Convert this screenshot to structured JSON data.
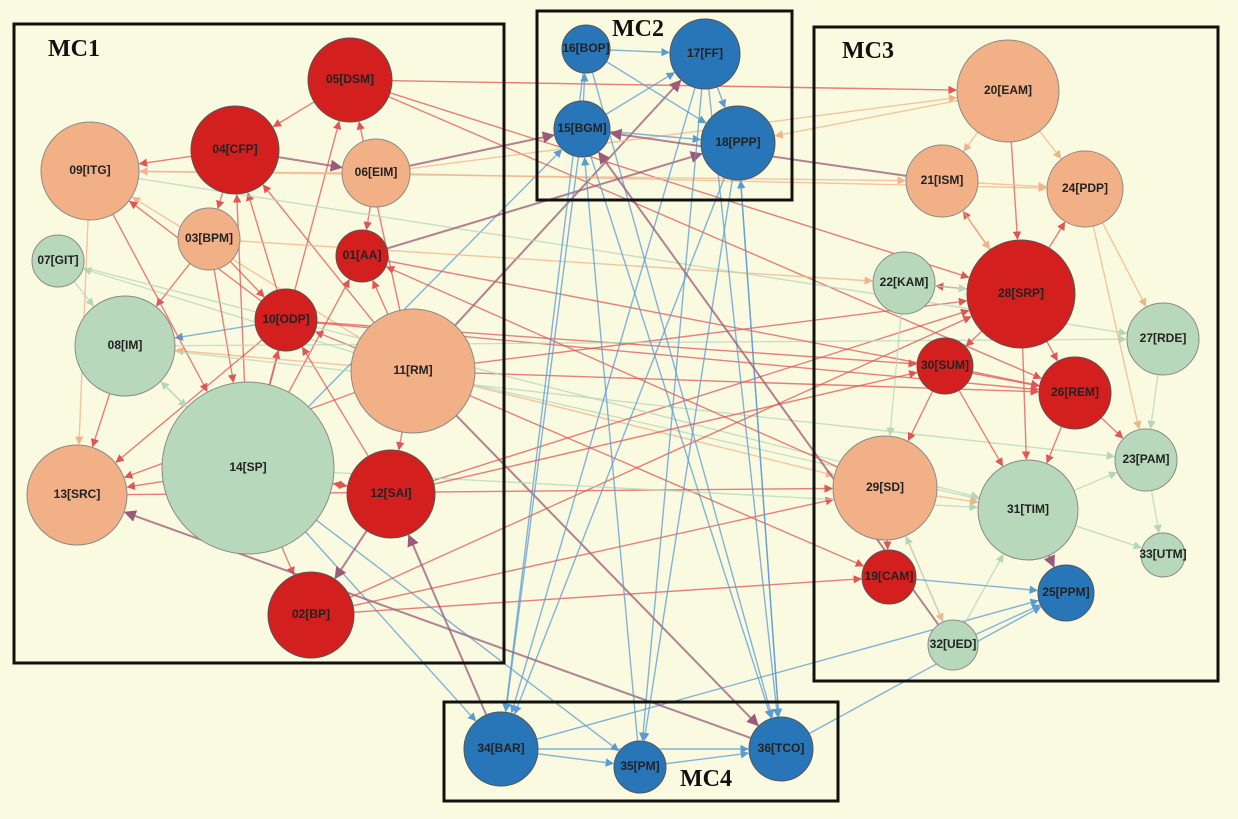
{
  "colors": {
    "background": "#fafae0",
    "red": "#d41f1f",
    "orange": "#f2b086",
    "green": "#b8d8bc",
    "blue": "#2876b8",
    "edge_red": "#e05555",
    "edge_orange": "#f0b38a",
    "edge_green": "#b5d6b9",
    "edge_blue": "#5a9bd3",
    "edge_purple": "#9a5a7a"
  },
  "clusters": [
    {
      "id": "MC1",
      "label": "MC1"
    },
    {
      "id": "MC2",
      "label": "MC2"
    },
    {
      "id": "MC3",
      "label": "MC3"
    },
    {
      "id": "MC4",
      "label": "MC4"
    }
  ],
  "nodes": [
    {
      "id": "01",
      "label": "01[AA]",
      "color": "red"
    },
    {
      "id": "02",
      "label": "02[BP]",
      "color": "red"
    },
    {
      "id": "03",
      "label": "03[BPM]",
      "color": "orange"
    },
    {
      "id": "04",
      "label": "04[CFP]",
      "color": "red"
    },
    {
      "id": "05",
      "label": "05[DSM]",
      "color": "red"
    },
    {
      "id": "06",
      "label": "06[EIM]",
      "color": "orange"
    },
    {
      "id": "07",
      "label": "07[GIT]",
      "color": "green"
    },
    {
      "id": "08",
      "label": "08[IM]",
      "color": "green"
    },
    {
      "id": "09",
      "label": "09[ITG]",
      "color": "orange"
    },
    {
      "id": "10",
      "label": "10[ODP]",
      "color": "red"
    },
    {
      "id": "11",
      "label": "11[RM]",
      "color": "orange"
    },
    {
      "id": "12",
      "label": "12[SAI]",
      "color": "red"
    },
    {
      "id": "13",
      "label": "13[SRC]",
      "color": "orange"
    },
    {
      "id": "14",
      "label": "14[SP]",
      "color": "green"
    },
    {
      "id": "15",
      "label": "15[BGM]",
      "color": "blue"
    },
    {
      "id": "16",
      "label": "16[BOP]",
      "color": "blue"
    },
    {
      "id": "17",
      "label": "17[FF]",
      "color": "blue"
    },
    {
      "id": "18",
      "label": "18[PPP]",
      "color": "blue"
    },
    {
      "id": "19",
      "label": "19[CAM]",
      "color": "red"
    },
    {
      "id": "20",
      "label": "20[EAM]",
      "color": "orange"
    },
    {
      "id": "21",
      "label": "21[ISM]",
      "color": "orange"
    },
    {
      "id": "22",
      "label": "22[KAM]",
      "color": "green"
    },
    {
      "id": "23",
      "label": "23[PAM]",
      "color": "green"
    },
    {
      "id": "24",
      "label": "24[PDP]",
      "color": "orange"
    },
    {
      "id": "25",
      "label": "25[PPM]",
      "color": "blue"
    },
    {
      "id": "26",
      "label": "26[REM]",
      "color": "red"
    },
    {
      "id": "27",
      "label": "27[RDE]",
      "color": "green"
    },
    {
      "id": "28",
      "label": "28[SRP]",
      "color": "red"
    },
    {
      "id": "29",
      "label": "29[SD]",
      "color": "orange"
    },
    {
      "id": "30",
      "label": "30[SUM]",
      "color": "red"
    },
    {
      "id": "31",
      "label": "31[TIM]",
      "color": "green"
    },
    {
      "id": "32",
      "label": "32[UED]",
      "color": "green"
    },
    {
      "id": "33",
      "label": "33[UTM]",
      "color": "green"
    },
    {
      "id": "34",
      "label": "34[BAR]",
      "color": "blue"
    },
    {
      "id": "35",
      "label": "35[PM]",
      "color": "blue"
    },
    {
      "id": "36",
      "label": "36[TCO]",
      "color": "blue"
    }
  ],
  "edges": [
    [
      "11",
      "05",
      "edge_red"
    ],
    [
      "11",
      "04",
      "edge_red"
    ],
    [
      "11",
      "01",
      "edge_red"
    ],
    [
      "11",
      "10",
      "edge_red"
    ],
    [
      "11",
      "12",
      "edge_red"
    ],
    [
      "11",
      "13",
      "edge_red"
    ],
    [
      "11",
      "08",
      "edge_orange"
    ],
    [
      "11",
      "09",
      "edge_orange"
    ],
    [
      "11",
      "07",
      "edge_green"
    ],
    [
      "11",
      "17",
      "edge_purple"
    ],
    [
      "11",
      "28",
      "edge_red"
    ],
    [
      "11",
      "26",
      "edge_red"
    ],
    [
      "11",
      "29",
      "edge_orange"
    ],
    [
      "11",
      "31",
      "edge_green"
    ],
    [
      "11",
      "19",
      "edge_red"
    ],
    [
      "11",
      "36",
      "edge_purple"
    ],
    [
      "14",
      "04",
      "edge_red"
    ],
    [
      "14",
      "05",
      "edge_red"
    ],
    [
      "14",
      "10",
      "edge_red"
    ],
    [
      "14",
      "02",
      "edge_red"
    ],
    [
      "14",
      "13",
      "edge_red"
    ],
    [
      "14",
      "08",
      "edge_green"
    ],
    [
      "14",
      "12",
      "edge_red"
    ],
    [
      "14",
      "01",
      "edge_red"
    ],
    [
      "14",
      "34",
      "edge_blue"
    ],
    [
      "14",
      "35",
      "edge_blue"
    ],
    [
      "14",
      "15",
      "edge_blue"
    ],
    [
      "12",
      "02",
      "edge_purple"
    ],
    [
      "12",
      "10",
      "edge_red"
    ],
    [
      "12",
      "14",
      "edge_red"
    ],
    [
      "12",
      "28",
      "edge_red"
    ],
    [
      "10",
      "04",
      "edge_red"
    ],
    [
      "10",
      "08",
      "edge_blue"
    ],
    [
      "10",
      "26",
      "edge_red"
    ],
    [
      "10",
      "30",
      "edge_red"
    ],
    [
      "10",
      "13",
      "edge_red"
    ],
    [
      "10",
      "09",
      "edge_red"
    ],
    [
      "05",
      "04",
      "edge_red"
    ],
    [
      "05",
      "28",
      "edge_red"
    ],
    [
      "05",
      "20",
      "edge_red"
    ],
    [
      "05",
      "26",
      "edge_red"
    ],
    [
      "06",
      "01",
      "edge_red"
    ],
    [
      "06",
      "09",
      "edge_orange"
    ],
    [
      "06",
      "20",
      "edge_orange"
    ],
    [
      "06",
      "15",
      "edge_purple"
    ],
    [
      "06",
      "24",
      "edge_orange"
    ],
    [
      "04",
      "09",
      "edge_red"
    ],
    [
      "04",
      "03",
      "edge_red"
    ],
    [
      "04",
      "06",
      "edge_purple"
    ],
    [
      "03",
      "14",
      "edge_red"
    ],
    [
      "03",
      "08",
      "edge_red"
    ],
    [
      "03",
      "10",
      "edge_red"
    ],
    [
      "03",
      "22",
      "edge_orange"
    ],
    [
      "09",
      "13",
      "edge_orange"
    ],
    [
      "09",
      "14",
      "edge_red"
    ],
    [
      "09",
      "27",
      "edge_green"
    ],
    [
      "09",
      "21",
      "edge_orange"
    ],
    [
      "08",
      "13",
      "edge_red"
    ],
    [
      "08",
      "14",
      "edge_green"
    ],
    [
      "08",
      "27",
      "edge_green"
    ],
    [
      "08",
      "23",
      "edge_green"
    ],
    [
      "07",
      "08",
      "edge_green"
    ],
    [
      "07",
      "31",
      "edge_green"
    ],
    [
      "02",
      "19",
      "edge_red"
    ],
    [
      "02",
      "28",
      "edge_red"
    ],
    [
      "02",
      "29",
      "edge_red"
    ],
    [
      "01",
      "26",
      "edge_red"
    ],
    [
      "01",
      "18",
      "edge_purple"
    ],
    [
      "15",
      "16",
      "edge_blue"
    ],
    [
      "15",
      "17",
      "edge_blue"
    ],
    [
      "15",
      "18",
      "edge_blue"
    ],
    [
      "16",
      "17",
      "edge_blue"
    ],
    [
      "16",
      "18",
      "edge_blue"
    ],
    [
      "17",
      "18",
      "edge_blue"
    ],
    [
      "15",
      "34",
      "edge_blue"
    ],
    [
      "16",
      "34",
      "edge_blue"
    ],
    [
      "17",
      "34",
      "edge_blue"
    ],
    [
      "18",
      "34",
      "edge_blue"
    ],
    [
      "15",
      "36",
      "edge_blue"
    ],
    [
      "17",
      "36",
      "edge_blue"
    ],
    [
      "18",
      "35",
      "edge_blue"
    ],
    [
      "16",
      "36",
      "edge_blue"
    ],
    [
      "18",
      "36",
      "edge_blue"
    ],
    [
      "17",
      "35",
      "edge_blue"
    ],
    [
      "34",
      "35",
      "edge_blue"
    ],
    [
      "35",
      "36",
      "edge_blue"
    ],
    [
      "34",
      "36",
      "edge_blue"
    ],
    [
      "36",
      "25",
      "edge_blue"
    ],
    [
      "32",
      "25",
      "edge_blue"
    ],
    [
      "34",
      "25",
      "edge_blue"
    ],
    [
      "34",
      "12",
      "edge_purple"
    ],
    [
      "36",
      "13",
      "edge_purple"
    ],
    [
      "28",
      "26",
      "edge_red"
    ],
    [
      "28",
      "30",
      "edge_red"
    ],
    [
      "28",
      "21",
      "edge_red"
    ],
    [
      "28",
      "24",
      "edge_red"
    ],
    [
      "28",
      "31",
      "edge_red"
    ],
    [
      "28",
      "22",
      "edge_red"
    ],
    [
      "30",
      "26",
      "edge_red"
    ],
    [
      "30",
      "31",
      "edge_red"
    ],
    [
      "30",
      "29",
      "edge_red"
    ],
    [
      "26",
      "23",
      "edge_red"
    ],
    [
      "26",
      "31",
      "edge_red"
    ],
    [
      "20",
      "21",
      "edge_orange"
    ],
    [
      "20",
      "24",
      "edge_orange"
    ],
    [
      "20",
      "28",
      "edge_red"
    ],
    [
      "21",
      "24",
      "edge_orange"
    ],
    [
      "21",
      "28",
      "edge_orange"
    ],
    [
      "24",
      "27",
      "edge_orange"
    ],
    [
      "24",
      "23",
      "edge_orange"
    ],
    [
      "22",
      "28",
      "edge_green"
    ],
    [
      "22",
      "29",
      "edge_green"
    ],
    [
      "27",
      "23",
      "edge_green"
    ],
    [
      "23",
      "33",
      "edge_green"
    ],
    [
      "31",
      "33",
      "edge_green"
    ],
    [
      "31",
      "25",
      "edge_purple"
    ],
    [
      "29",
      "31",
      "edge_orange"
    ],
    [
      "29",
      "19",
      "edge_red"
    ],
    [
      "29",
      "32",
      "edge_orange"
    ],
    [
      "32",
      "31",
      "edge_green"
    ],
    [
      "32",
      "29",
      "edge_green"
    ],
    [
      "19",
      "25",
      "edge_blue"
    ],
    [
      "31",
      "23",
      "edge_green"
    ],
    [
      "20",
      "18",
      "edge_orange"
    ],
    [
      "21",
      "15",
      "edge_purple"
    ],
    [
      "13",
      "29",
      "edge_red"
    ],
    [
      "14",
      "31",
      "edge_green"
    ],
    [
      "12",
      "30",
      "edge_red"
    ],
    [
      "36",
      "18",
      "edge_blue"
    ],
    [
      "35",
      "15",
      "edge_blue"
    ],
    [
      "32",
      "15",
      "edge_purple"
    ],
    [
      "29",
      "01",
      "edge_red"
    ]
  ]
}
